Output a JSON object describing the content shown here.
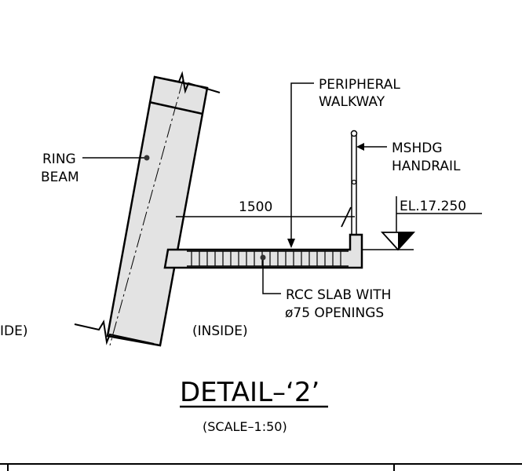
{
  "labels": {
    "peripheral_walkway": [
      "PERIPHERAL",
      "WALKWAY"
    ],
    "ring_beam": [
      "RING",
      "BEAM"
    ],
    "handrail": [
      "MSHDG",
      "HANDRAIL"
    ],
    "dimension": "1500",
    "elevation": "EL.17.250",
    "slab": [
      "RCC SLAB WITH",
      "ø75 OPENINGS"
    ],
    "inside": "(INSIDE)",
    "outside_partial": "IDE)"
  },
  "title": {
    "main": "DETAIL–‘2’",
    "scale": "(SCALE–1:50)"
  },
  "colors": {
    "ink": "#000000",
    "concrete_fill": "#e3e3e3"
  }
}
